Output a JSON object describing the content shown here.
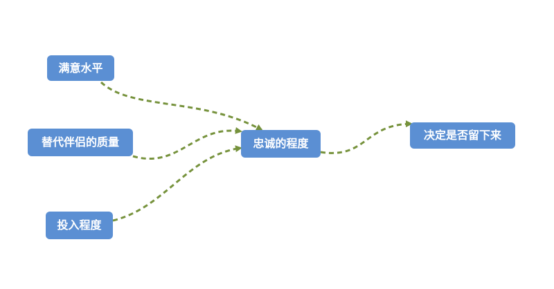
{
  "diagram": {
    "nodes": [
      {
        "id": "satisfaction",
        "label": "满意水平"
      },
      {
        "id": "alternative",
        "label": "替代伴侣的质量"
      },
      {
        "id": "investment",
        "label": "投入程度"
      },
      {
        "id": "loyalty",
        "label": "忠诚的程度"
      },
      {
        "id": "decision",
        "label": "决定是否留下来"
      }
    ],
    "edges": [
      {
        "from": "satisfaction",
        "to": "loyalty"
      },
      {
        "from": "alternative",
        "to": "loyalty"
      },
      {
        "from": "investment",
        "to": "loyalty"
      },
      {
        "from": "loyalty",
        "to": "decision"
      }
    ],
    "colors": {
      "node_fill": "#5b8fd3",
      "node_text": "#ffffff",
      "edge": "#76923c"
    },
    "edge_style": "dashed-curved-arrow"
  }
}
